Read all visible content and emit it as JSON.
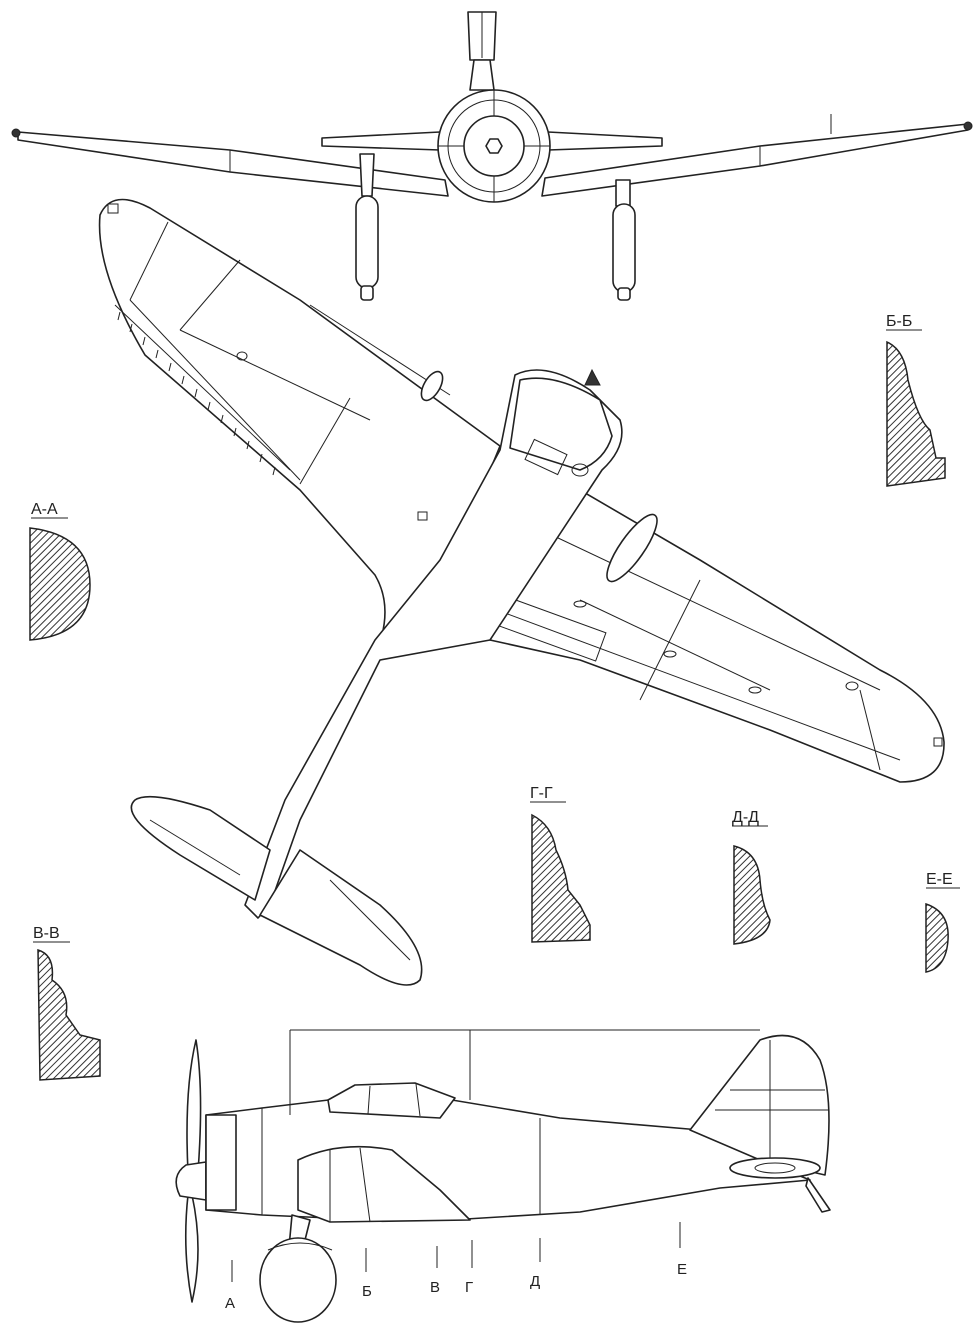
{
  "sections": {
    "a": "А-А",
    "b": "Б-Б",
    "v": "В-В",
    "g": "Г-Г",
    "d": "Д-Д",
    "e": "Е-Е"
  },
  "stations": {
    "a": "А",
    "b": "Б",
    "v": "В",
    "g": "Г",
    "d": "Д",
    "e": "Е"
  }
}
